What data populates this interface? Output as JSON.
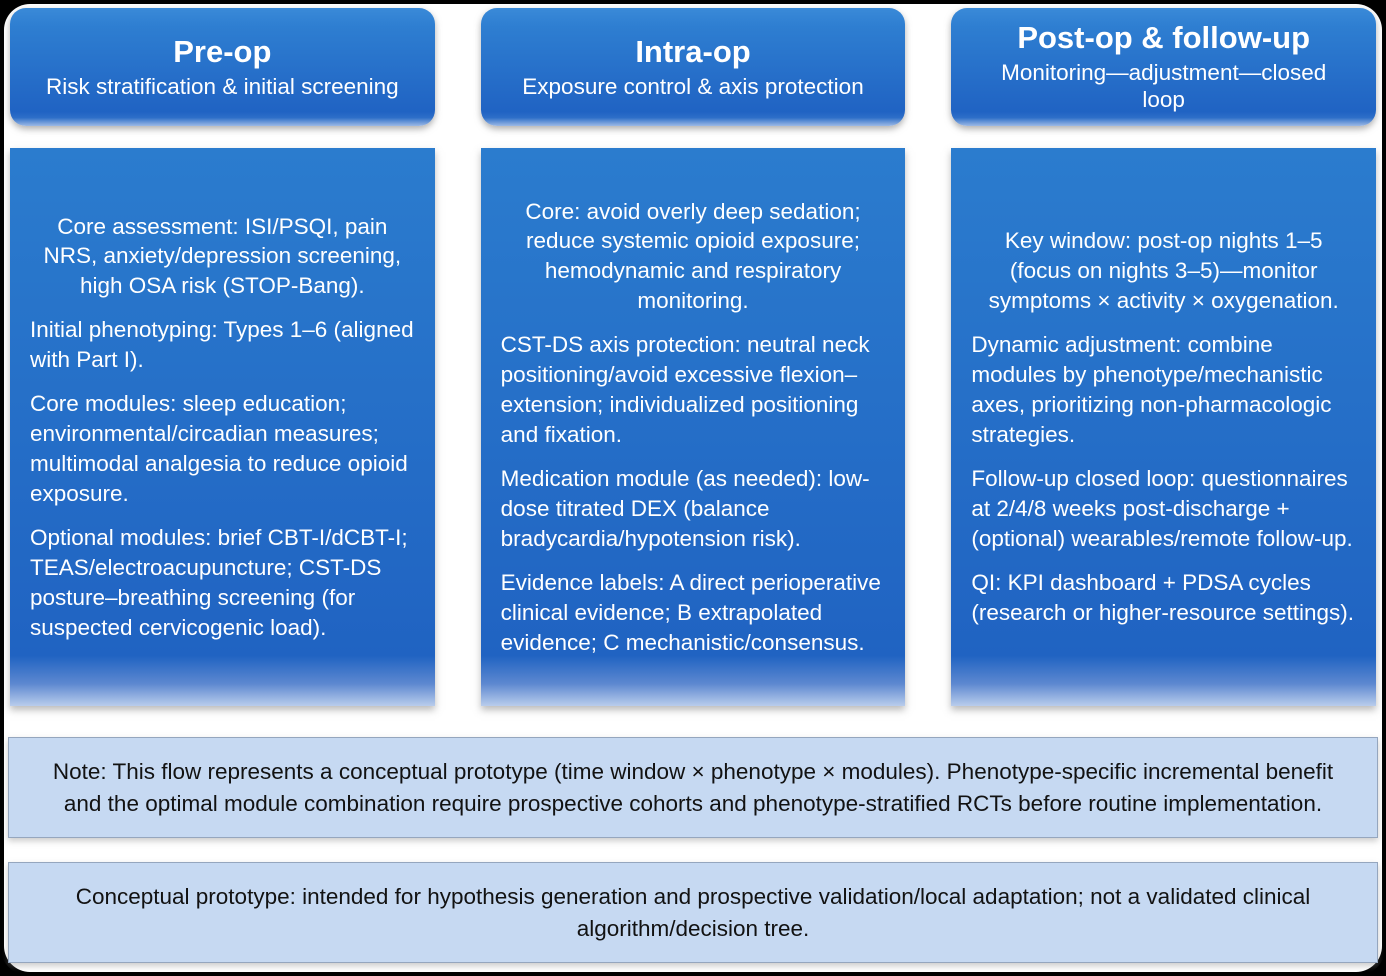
{
  "figure": {
    "type": "clinical-pathway-diagram",
    "colors": {
      "header_gradient_top": "#3a8ad8",
      "header_gradient_bottom": "#2063c3",
      "body_gradient_top": "#2b7cce",
      "body_gradient_bottom": "#2063c2",
      "box_text": "#ffffff",
      "note_background": "#c6d9f2",
      "note_border": "#95a6be",
      "note_text": "#121212",
      "frame_border": "#000000",
      "page_background": "#ffffff"
    }
  },
  "columns": [
    {
      "header": {
        "title": "Pre-op",
        "subtitle": "Risk stratification & initial screening"
      },
      "paragraphs": [
        {
          "text": "Core assessment: ISI/PSQI, pain NRS, anxiety/depression screening, high OSA risk (STOP-Bang)."
        },
        {
          "text": "Initial phenotyping: Types 1–6 (aligned with Part I)."
        },
        {
          "text": "Core modules: sleep education; environmental/circadian measures; multimodal analgesia to reduce opioid exposure."
        },
        {
          "text": "Optional modules: brief CBT-I/dCBT-I; TEAS/electroacupuncture; CST-DS posture–breathing screening (for suspected cervicogenic load)."
        }
      ]
    },
    {
      "header": {
        "title": "Intra-op",
        "subtitle": "Exposure control & axis protection"
      },
      "paragraphs": [
        {
          "text": "Core: avoid overly deep sedation; reduce systemic opioid exposure; hemodynamic and respiratory monitoring."
        },
        {
          "text": "CST-DS axis protection: neutral neck positioning/avoid excessive flexion–extension; individualized positioning and fixation."
        },
        {
          "text": "Medication module (as needed): low-dose titrated DEX (balance bradycardia/hypotension risk)."
        },
        {
          "text": "Evidence labels: A direct perioperative clinical evidence; B extrapolated evidence; C mechanistic/consensus."
        }
      ]
    },
    {
      "header": {
        "title": "Post-op & follow-up",
        "subtitle": "Monitoring—adjustment—closed loop"
      },
      "paragraphs": [
        {
          "text": "Key window: post-op nights 1–5 (focus on nights 3–5)—monitor symptoms × activity × oxygenation."
        },
        {
          "text": "Dynamic adjustment: combine modules by phenotype/mechanistic axes, prioritizing non-pharmacologic strategies."
        },
        {
          "text": "Follow-up closed loop: questionnaires at 2/4/8 weeks post-discharge + (optional) wearables/remote follow-up."
        },
        {
          "text": "QI: KPI dashboard + PDSA cycles (research or higher-resource settings)."
        }
      ]
    }
  ],
  "notes": [
    {
      "text": "Note: This flow represents a conceptual prototype (time window × phenotype × modules). Phenotype-specific incremental benefit and the optimal module combination require prospective cohorts and phenotype-stratified RCTs before routine implementation."
    },
    {
      "text": "Conceptual prototype: intended for hypothesis generation and prospective validation/local adaptation; not a validated clinical algorithm/decision tree."
    }
  ]
}
